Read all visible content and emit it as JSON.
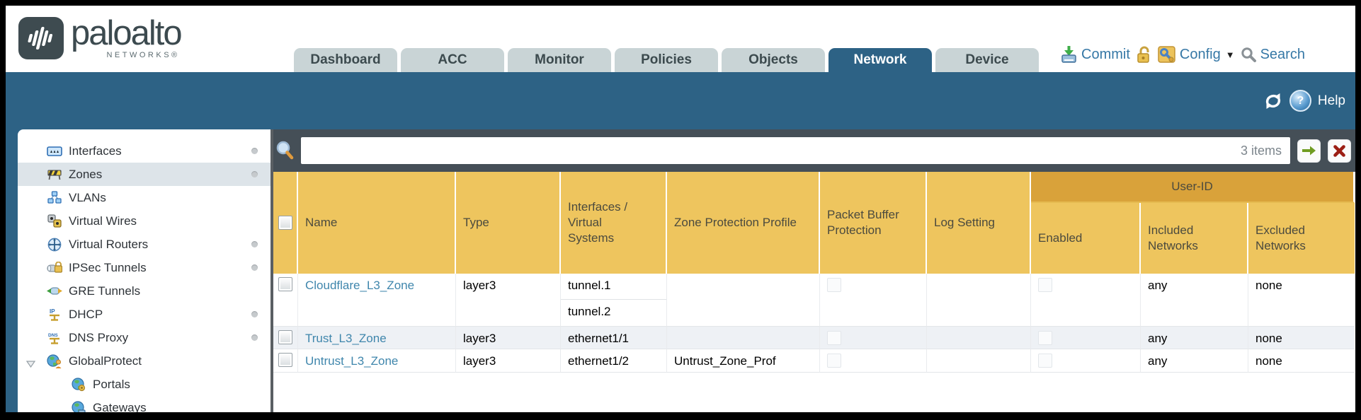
{
  "header": {
    "brand": {
      "name": "paloalto",
      "sub": "NETWORKS®"
    },
    "tabs": [
      {
        "label": "Dashboard",
        "active": false
      },
      {
        "label": "ACC",
        "active": false
      },
      {
        "label": "Monitor",
        "active": false
      },
      {
        "label": "Policies",
        "active": false
      },
      {
        "label": "Objects",
        "active": false
      },
      {
        "label": "Network",
        "active": true
      },
      {
        "label": "Device",
        "active": false
      }
    ],
    "actions": {
      "commit": "Commit",
      "config": "Config",
      "search": "Search"
    }
  },
  "topbar": {
    "help_label": "Help"
  },
  "sidebar": {
    "items": [
      {
        "label": "Interfaces",
        "icon": "interfaces-icon",
        "has_status_dot": true,
        "selected": false
      },
      {
        "label": "Zones",
        "icon": "zones-icon",
        "has_status_dot": true,
        "selected": true
      },
      {
        "label": "VLANs",
        "icon": "vlans-icon",
        "has_status_dot": false,
        "selected": false
      },
      {
        "label": "Virtual Wires",
        "icon": "virtual-wires-icon",
        "has_status_dot": false,
        "selected": false
      },
      {
        "label": "Virtual Routers",
        "icon": "virtual-routers-icon",
        "has_status_dot": true,
        "selected": false
      },
      {
        "label": "IPSec Tunnels",
        "icon": "ipsec-tunnels-icon",
        "has_status_dot": true,
        "selected": false
      },
      {
        "label": "GRE Tunnels",
        "icon": "gre-tunnels-icon",
        "has_status_dot": false,
        "selected": false
      },
      {
        "label": "DHCP",
        "icon": "dhcp-icon",
        "has_status_dot": true,
        "selected": false
      },
      {
        "label": "DNS Proxy",
        "icon": "dns-proxy-icon",
        "has_status_dot": true,
        "selected": false
      },
      {
        "label": "GlobalProtect",
        "icon": "globalprotect-icon",
        "has_status_dot": false,
        "selected": false,
        "expanded": true
      },
      {
        "label": "Portals",
        "icon": "portals-icon",
        "has_status_dot": false,
        "selected": false,
        "indent": 1
      },
      {
        "label": "Gateways",
        "icon": "gateways-icon",
        "has_status_dot": false,
        "selected": false,
        "indent": 1
      }
    ]
  },
  "filter": {
    "input_value": "",
    "count_label": "3 items"
  },
  "table": {
    "user_id_group": "User-ID",
    "columns": [
      "Name",
      "Type",
      "Interfaces /\nVirtual\nSystems",
      "Zone Protection Profile",
      "Packet Buffer Protection",
      "Log Setting",
      "Enabled",
      "Included Networks",
      "Excluded Networks"
    ],
    "rows": [
      {
        "name": "Cloudflare_L3_Zone",
        "type": "layer3",
        "interfaces": [
          "tunnel.1",
          "tunnel.2"
        ],
        "zone_protection_profile": "",
        "packet_buffer_protection_checked": false,
        "log_setting": "",
        "user_id_enabled_checked": false,
        "included_networks": "any",
        "excluded_networks": "none"
      },
      {
        "name": "Trust_L3_Zone",
        "type": "layer3",
        "interfaces": [
          "ethernet1/1"
        ],
        "zone_protection_profile": "",
        "packet_buffer_protection_checked": false,
        "log_setting": "",
        "user_id_enabled_checked": false,
        "included_networks": "any",
        "excluded_networks": "none"
      },
      {
        "name": "Untrust_L3_Zone",
        "type": "layer3",
        "interfaces": [
          "ethernet1/2"
        ],
        "zone_protection_profile": "Untrust_Zone_Prof",
        "packet_buffer_protection_checked": false,
        "log_setting": "",
        "user_id_enabled_checked": false,
        "included_networks": "any",
        "excluded_networks": "none"
      }
    ]
  },
  "icons": {
    "header": [
      "commit-icon",
      "lock-icon",
      "config-icon",
      "caret-down-icon",
      "search-icon"
    ],
    "topbar": [
      "refresh-icon",
      "help-icon"
    ],
    "filter": [
      "search-icon",
      "apply-filter-arrow-icon",
      "clear-filter-x-icon"
    ]
  },
  "colors": {
    "accent_teal": "#2d6285",
    "filter_bar": "#454f57",
    "header_amber": "#eec55e",
    "user_id_band": "#d9a23a",
    "link_blue": "#3f86ac",
    "action_blue": "#3678a6",
    "tab_inactive": "#c9d4d6",
    "selected_sidebar": "#dde4e9"
  }
}
